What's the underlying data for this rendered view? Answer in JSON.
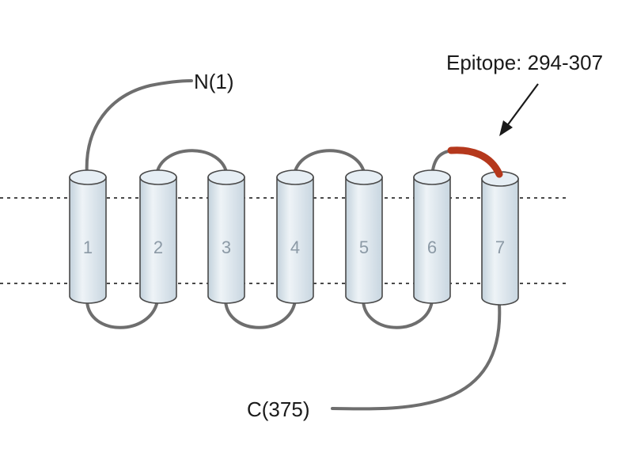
{
  "labels": {
    "n_terminus": "N(1)",
    "c_terminus": "C(375)",
    "epitope": "Epitope: 294-307"
  },
  "helices": [
    {
      "number": "1"
    },
    {
      "number": "2"
    },
    {
      "number": "3"
    },
    {
      "number": "4"
    },
    {
      "number": "5"
    },
    {
      "number": "6"
    },
    {
      "number": "7"
    }
  ],
  "colors": {
    "helix_fill": "#d6e2ea",
    "outline": "#4a4a4a",
    "loop": "#6e6e6e",
    "epitope": "#b5381c",
    "helix_number": "#8c9aa6"
  }
}
